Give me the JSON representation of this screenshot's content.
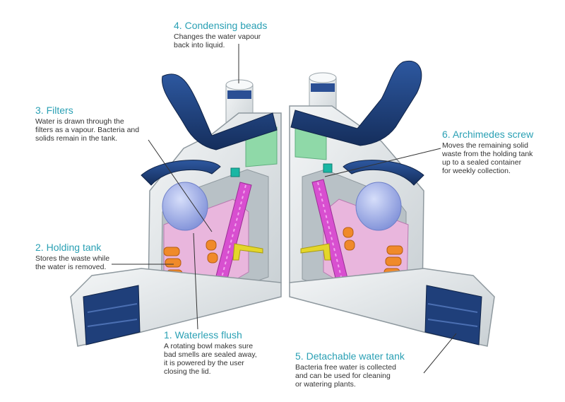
{
  "colors": {
    "label_heading": "#2aa0b4",
    "body_text": "#333333",
    "shell": "#e4e8ea",
    "navy": "#1f3f7a",
    "mint": "#8fd9a8",
    "magenta": "#d84fd0",
    "pink": "#e9b6dd",
    "lavender": "#a9b8ee",
    "orange": "#f08a2a",
    "yellow": "#e4d62a",
    "teal": "#19b7a4"
  },
  "callouts": [
    {
      "id": "c4",
      "number": "4.",
      "title": "Condensing beads",
      "lines": [
        "Changes the water vapour",
        "back into liquid."
      ]
    },
    {
      "id": "c3",
      "number": "3.",
      "title": "Filters",
      "lines": [
        "Water is drawn through the",
        "filters as a vapour. Bacteria and",
        "solids remain in the tank."
      ]
    },
    {
      "id": "c6",
      "number": "6.",
      "title": "Archimedes screw",
      "lines": [
        "Moves the remaining solid",
        "waste from the holding tank",
        "up to a sealed container",
        "for weekly collection."
      ]
    },
    {
      "id": "c2",
      "number": "2.",
      "title": "Holding tank",
      "lines": [
        "Stores the waste while",
        "the water is removed."
      ]
    },
    {
      "id": "c1",
      "number": "1.",
      "title": "Waterless flush",
      "lines": [
        "A rotating bowl makes sure",
        "bad smells are sealed away,",
        "it is powered by the user",
        "closing the lid."
      ]
    },
    {
      "id": "c5",
      "number": "5.",
      "title": "Detachable water tank",
      "lines": [
        "Bacteria free water is collected",
        "and can be used for cleaning",
        "or watering plants."
      ]
    }
  ]
}
